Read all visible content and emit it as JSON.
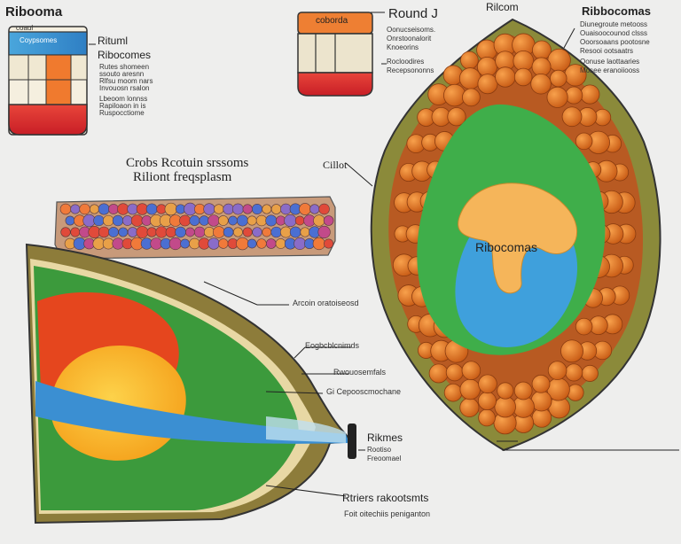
{
  "labels": {
    "top_left_title": "Ribooma",
    "top_left_sub": "coaul",
    "box1_tag": "Coypsomes",
    "legend_title": "Rituml",
    "legend_sub": "Ribocomes",
    "legend_lines1": [
      "Rutes shomeen",
      "ssouto aresnn",
      "Rlfsu moom nars",
      "Invouosn rsalon"
    ],
    "legend_lines2": [
      "Lbeoom lonnss",
      "Rapiloaon in is",
      "Ruspocctiome"
    ],
    "box2_tag": "coborda",
    "round_title": "Round J",
    "round_lines": [
      "Oonucseisoms.",
      "Onrstoonalorit",
      "Knoeorins",
      "Rocloodires",
      "Recepsononns"
    ],
    "top_center": "Rilcom",
    "right_title": "Ribbocomas",
    "right_lines": [
      "Diunegroute metooss",
      "Ouaisoocounod clsss",
      "Ooorsoaans pootosne",
      "Resooi ootsaatrs",
      "Oonuse laottaaries",
      "Mosee eranoiiooss"
    ],
    "mid_title1": "Crobs Rcotuin srssoms",
    "mid_title2": "Riliont freqsplasm",
    "cilot": "Cillot",
    "ribocomas_right": "Ribocomas",
    "mid_arrow_label": "Arcoin oratoiseosd",
    "lab_a": "Eogbcblcnimds",
    "lab_b": "Rwouosemfals",
    "lab_c": "Gi Cepooscmochane",
    "rikmes": "Rikmes",
    "rikmes_sub1": "Rootiso",
    "rikmes_sub2": "Freoomael",
    "bottom1": "Rtriers rakootsmts",
    "bottom2": "Foit oitechiis peniganton"
  }
}
